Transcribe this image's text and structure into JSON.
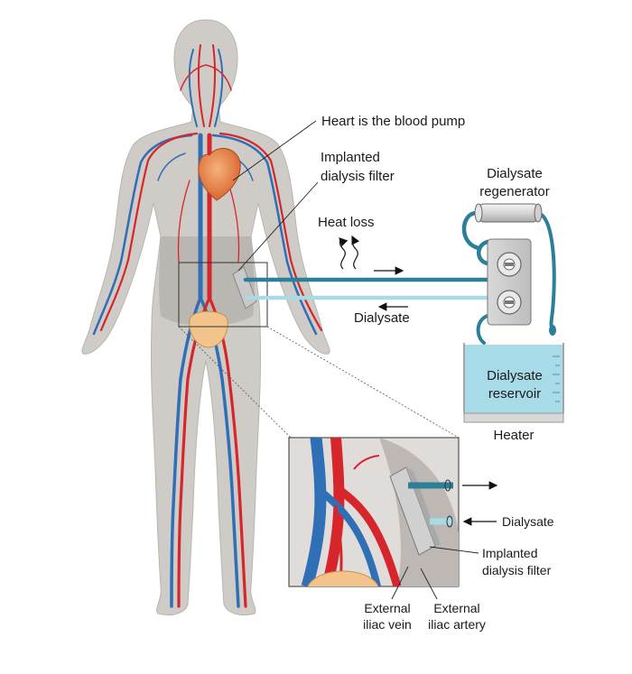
{
  "labels": {
    "heart_pump": "Heart is the blood pump",
    "filter_line1": "Implanted",
    "filter_line2": "dialysis filter",
    "regen_line1": "Dialysate",
    "regen_line2": "regenerator",
    "heat_loss": "Heat loss",
    "dialysate_flow": "Dialysate",
    "reservoir_line1": "Dialysate",
    "reservoir_line2": "reservoir",
    "heater": "Heater"
  },
  "inset": {
    "dialysate": "Dialysate",
    "filter_line1": "Implanted",
    "filter_line2": "dialysis filter",
    "vein_line1": "External",
    "vein_line2": "iliac vein",
    "artery_line1": "External",
    "artery_line2": "iliac artery"
  },
  "colors": {
    "artery": "#d6262b",
    "vein": "#2f6fb6",
    "body": "#cfcbc7",
    "outflow_tube": "#2c7f98",
    "inflow_tube": "#a9dbe6",
    "reservoir_fluid": "#a8dbe8",
    "heart": "#e8864a"
  }
}
